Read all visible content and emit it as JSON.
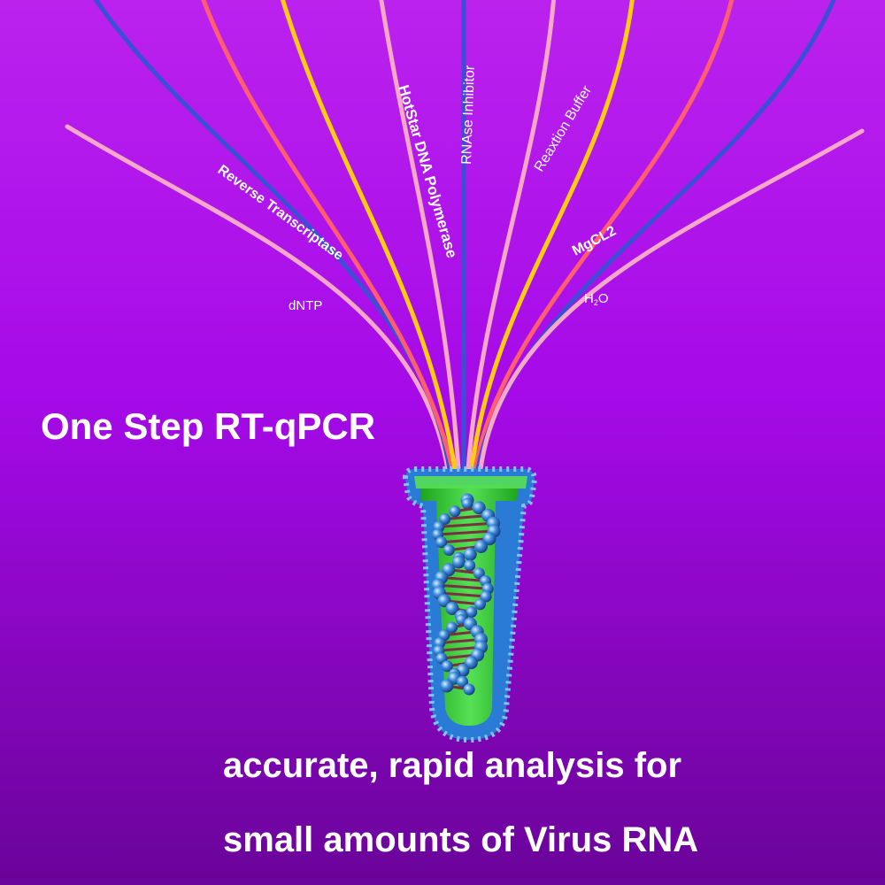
{
  "title": "One Step RT-qPCR",
  "tagline": {
    "line1": "accurate, rapid analysis for",
    "line2": "small amounts of  Virus RNA"
  },
  "reagents": {
    "dntp": "dNTP",
    "reverse_transcriptase": "Reverse Transcriptase",
    "hotstar_dna_polymerase": "HotStar DNA Polymerase",
    "rnase_inhibitor": "RNAse Inhibitor",
    "reaction_buffer": "Reaxtion Buffer",
    "mgcl2": "MgCL2",
    "water_prefix": "H",
    "water_subscript": "2",
    "water_suffix": "O"
  },
  "colors": {
    "background_top": "#bb22ee",
    "background_bottom": "#6a0399",
    "line_pink": "#f6a8c8",
    "line_blue": "#3a4fd4",
    "line_coral": "#ff5e6e",
    "line_yellow": "#ffcc11",
    "tube_green": "#3cd03c",
    "tube_rim": "#2a7bd6",
    "dna_blue": "#3a7bd8",
    "dna_rung": "#7a3040",
    "text": "#ffffff"
  }
}
